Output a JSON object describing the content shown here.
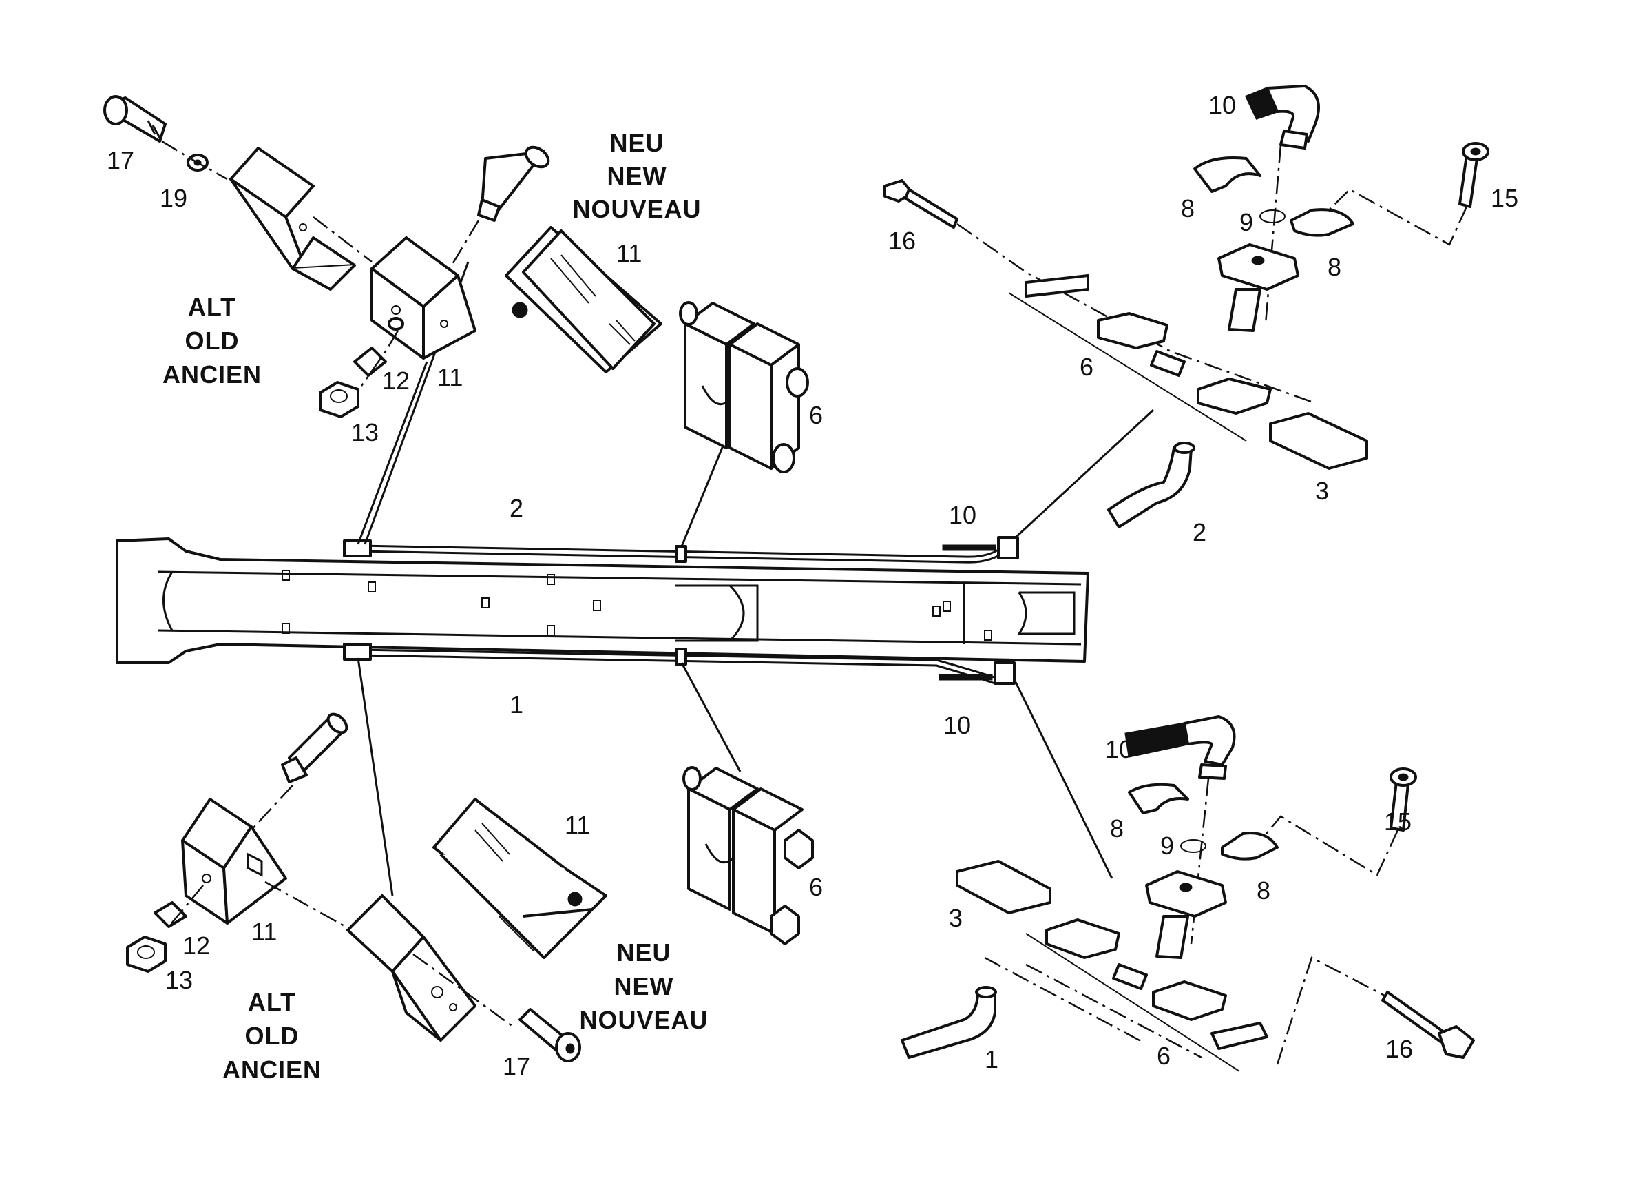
{
  "labels": {
    "l1": "1",
    "l2": "2",
    "l3": "3",
    "l6": "6",
    "l8": "8",
    "l9": "9",
    "l10": "10",
    "l11": "11",
    "l12": "12",
    "l13": "13",
    "l15": "15",
    "l16": "16",
    "l17": "17",
    "l19": "19"
  },
  "captions": {
    "new_de": "NEU",
    "new_en": "NEW",
    "new_fr": "NOUVEAU",
    "old_de": "ALT",
    "old_en": "OLD",
    "old_fr": "ANCIEN"
  }
}
